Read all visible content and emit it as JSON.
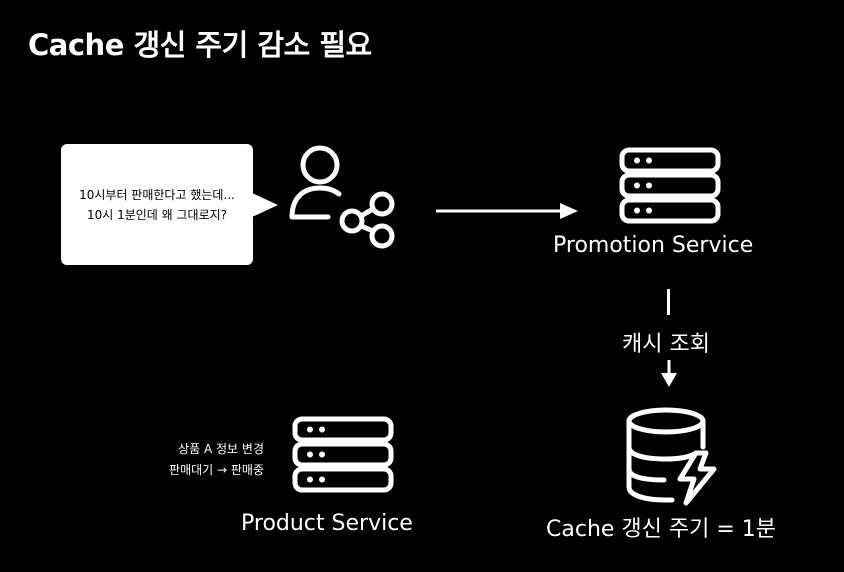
{
  "title": "Cache 갱신 주기 감소 필요",
  "bubble": {
    "line1": "10시부터 판매한다고 했는데...",
    "line2": "10시 1분인데 왜 그대로지?"
  },
  "promotion_service": {
    "label": "Promotion Service"
  },
  "cache_lookup": {
    "label": "캐시 조회"
  },
  "product_service": {
    "label": "Product Service",
    "note_line1": "상품 A 정보 변경",
    "note_line2": "판매대기 → 판매중"
  },
  "cache_store": {
    "label": "Cache 갱신 주기 = 1분"
  },
  "icons": {
    "user": "user-share-icon",
    "promotion_server": "server-stack-icon",
    "product_server": "server-stack-icon",
    "cache_db": "database-bolt-icon"
  }
}
